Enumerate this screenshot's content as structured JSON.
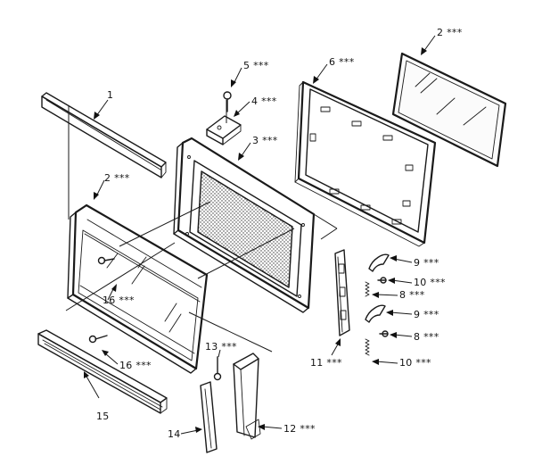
{
  "labels": {
    "p1": "1",
    "p2_glass_top": "2 ***",
    "p2_door": "2 ***",
    "p3": "3 ***",
    "p4": "4 ***",
    "p5": "5 ***",
    "p6": "6 ***",
    "p8a": "8 ***",
    "p8b": "8 ***",
    "p9a": "9 ***",
    "p9b": "9 ***",
    "p10a": "10 ***",
    "p10b": "10 ***",
    "p11": "11 ***",
    "p12": "12 ***",
    "p13": "13 ***",
    "p14": "14",
    "p15": "15",
    "p16a": "16 ***",
    "p16b": "16 ***"
  }
}
